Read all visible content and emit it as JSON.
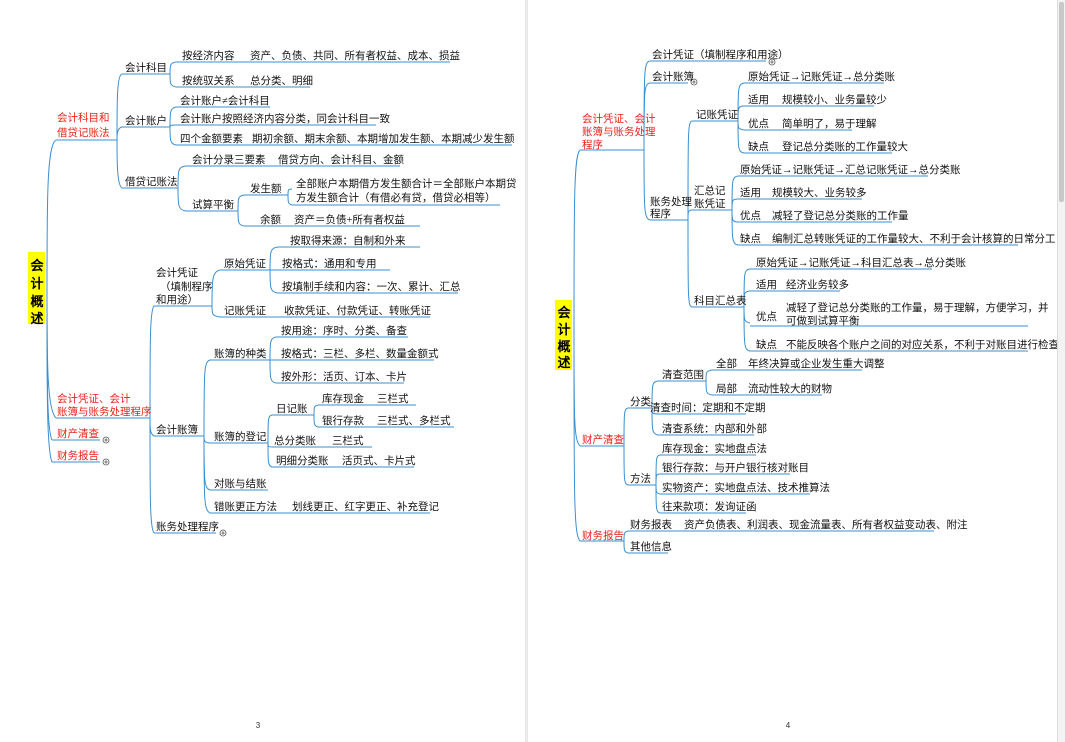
{
  "page_left": {
    "root": "会计概述",
    "page_number": "3",
    "labels": {
      "b1": "会计科目和借贷记账法",
      "kmkm": "会计科目",
      "kmkm_a": "按经济内容",
      "kmkm_a_v": "资产、负债、共同、所有者权益、成本、损益",
      "kmkm_b": "按统驭关系",
      "kmkm_b_v": "总分类、明细",
      "zh": "会计账户",
      "zh_a": "会计账户≠会计科目",
      "zh_b": "会计账户按照经济内容分类，同会计科目一致",
      "zh_c": "四个金额要素",
      "zh_c_v": "期初余额、期末余额、本期增加发生额、本期减少发生额",
      "jd": "借贷记账法",
      "jd_a": "会计分录三要素",
      "jd_a_v": "借贷方向、会计科目、金额",
      "jd_b": "试算平衡",
      "jd_b_1": "发生额",
      "jd_b_1_v1": "全部账户本期借方发生额合计＝全部账户本期贷",
      "jd_b_1_v2": "方发生额合计（有借必有贷，借贷必相等）",
      "jd_b_2": "余额",
      "jd_b_2_v": "资产＝负债+所有者权益",
      "b2": "会计凭证、会计账簿与账务处理程序",
      "pz": "会计凭证（填制程序和用途）",
      "pz_1": "原始凭证",
      "pz_1_a": "按取得来源：自制和外来",
      "pz_1_b": "按格式：通用和专用",
      "pz_1_c": "按填制手续和内容：一次、累计、汇总",
      "pz_2": "记账凭证",
      "pz_2_v": "收款凭证、付款凭证、转账凭证",
      "zb": "会计账簿",
      "zb_1": "账簿的种类",
      "zb_1_a": "按用途：序时、分类、备查",
      "zb_1_b": "按格式：三栏、多栏、数量金额式",
      "zb_1_c": "按外形：活页、订本、卡片",
      "zb_2": "账簿的登记",
      "zb_2_r": "日记账",
      "zb_2_r_1": "库存现金",
      "zb_2_r_1_v": "三栏式",
      "zb_2_r_2": "银行存款",
      "zb_2_r_2_v": "三栏式、多栏式",
      "zb_2_z": "总分类账",
      "zb_2_z_v": "三栏式",
      "zb_2_m": "明细分类账",
      "zb_2_m_v": "活页式、卡片式",
      "zb_3": "对账与结账",
      "zb_4": "错账更正方法",
      "zb_4_v": "划线更正、红字更正、补充登记",
      "zwcl": "账务处理程序",
      "b3": "财产清查",
      "b4": "财务报告"
    }
  },
  "page_right": {
    "root": "会计概述",
    "page_number": "4",
    "labels": {
      "b1": "会计凭证、会计账簿与账务处理程序",
      "pz": "会计凭证（填制程序和用途）",
      "zb": "会计账簿",
      "zw": "账务处理程序",
      "jz": "记账凭证",
      "jz_a": "原始凭证→记账凭证→总分类账",
      "jz_b": "适用",
      "jz_b_v": "规模较小、业务量较少",
      "jz_c": "优点",
      "jz_c_v": "简单明了，易于理解",
      "jz_d": "缺点",
      "jz_d_v": "登记总分类账的工作量较大",
      "hz": "汇总记账凭证",
      "hz_a": "原始凭证→记账凭证→汇总记账凭证→总分类账",
      "hz_b": "适用",
      "hz_b_v": "规模较大、业务较多",
      "hz_c": "优点",
      "hz_c_v": "减轻了登记总分类账的工作量",
      "hz_d": "缺点",
      "hz_d_v": "编制汇总转账凭证的工作量较大、不利于会计核算的日常分工",
      "km": "科目汇总表",
      "km_a": "原始凭证→记账凭证→科目汇总表→总分类账",
      "km_b": "适用",
      "km_b_v": "经济业务较多",
      "km_c": "优点",
      "km_c_v1": "减轻了登记总分类账的工作量，易于理解，方便学习，并",
      "km_c_v2": "可做到试算平衡",
      "km_d": "缺点",
      "km_d_v": "不能反映各个账户之间的对应关系，不利于对账目进行检查。",
      "b2": "财产清查",
      "fl": "分类",
      "fl_a": "清查范围",
      "fl_a_1": "全部",
      "fl_a_1_v": "年终决算或企业发生重大调整",
      "fl_a_2": "局部",
      "fl_a_2_v": "流动性较大的财物",
      "fl_b": "清查时间：定期和不定期",
      "fl_c": "清查系统：内部和外部",
      "ff": "方法",
      "ff_a": "库存现金：实地盘点法",
      "ff_b": "银行存款：与开户银行核对账目",
      "ff_c": "实物资产：实地盘点法、技术推算法",
      "ff_d": "往来款项：发询证函",
      "b3": "财务报告",
      "bg_a": "财务报表",
      "bg_a_v": "资产负债表、利润表、现金流量表、所有者权益变动表、附注",
      "bg_b": "其他信息"
    }
  }
}
